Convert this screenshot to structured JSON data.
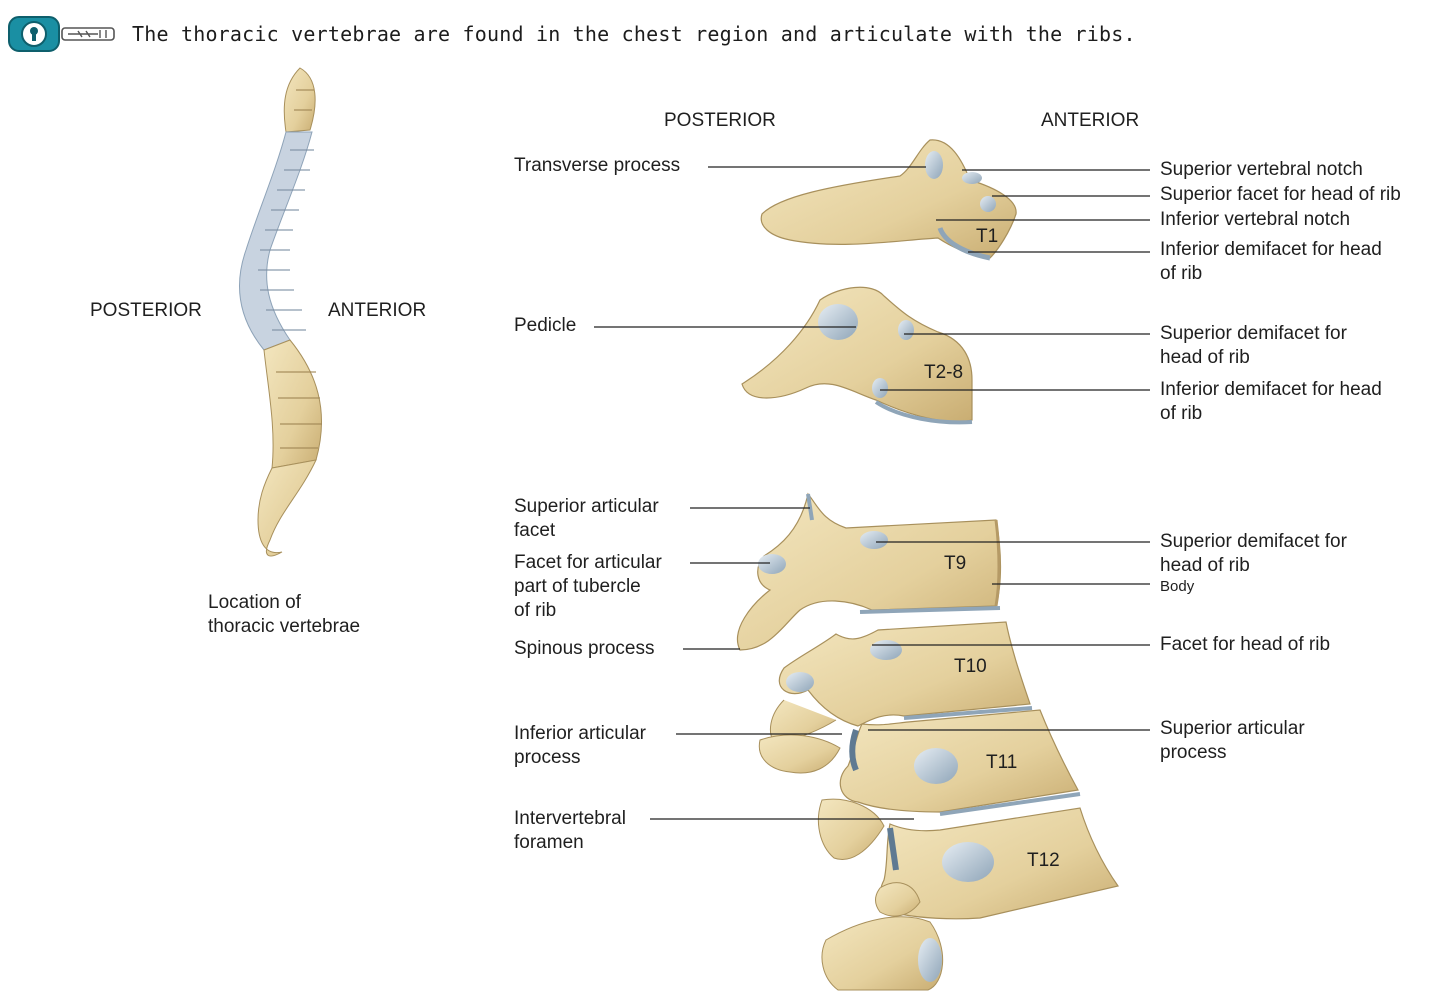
{
  "caption": "The thoracic vertebrae are found in the chest region and articulate with the ribs.",
  "icons": {
    "badge": "key-hole-badge-icon",
    "key": "key-icon",
    "accent": "#1a8fa3"
  },
  "colors": {
    "bone": "#e7d6a8",
    "bone_dark": "#c9b17c",
    "cartilage": "#c8d3dc",
    "cartilage_dark": "#8aa0b2",
    "line": "#222222"
  },
  "spine": {
    "posterior": "POSTERIOR",
    "anterior": "ANTERIOR",
    "caption_line1": "Location of",
    "caption_line2": "thoracic vertebrae"
  },
  "views": {
    "posterior": "POSTERIOR",
    "anterior": "ANTERIOR"
  },
  "vertebrae": {
    "t1": "T1",
    "t2_8": "T2-8",
    "t9": "T9",
    "t10": "T10",
    "t11": "T11",
    "t12": "T12"
  },
  "labels_left": {
    "transverse_process": "Transverse process",
    "pedicle": "Pedicle",
    "superior_articular_facet_1": "Superior articular",
    "superior_articular_facet_2": "facet",
    "facet_tubercle_1": "Facet for articular",
    "facet_tubercle_2": "part of tubercle",
    "facet_tubercle_3": "of rib",
    "spinous_process": "Spinous process",
    "inferior_articular_process_1": "Inferior articular",
    "inferior_articular_process_2": "process",
    "intervertebral_foramen_1": "Intervertebral",
    "intervertebral_foramen_2": "foramen"
  },
  "labels_right": {
    "superior_vertebral_notch": "Superior vertebral notch",
    "superior_facet_head_rib": "Superior facet for head of rib",
    "inferior_vertebral_notch": "Inferior vertebral notch",
    "inferior_demifacet_t1_1": "Inferior demifacet for head",
    "inferior_demifacet_t1_2": "of rib",
    "superior_demifacet_t28_1": "Superior demifacet for",
    "superior_demifacet_t28_2": "head of rib",
    "inferior_demifacet_t28_1": "Inferior demifacet for head",
    "inferior_demifacet_t28_2": "of rib",
    "superior_demifacet_t9_1": "Superior demifacet for",
    "superior_demifacet_t9_2": "head of rib",
    "body": "Body",
    "facet_head_rib": "Facet for head of rib",
    "superior_articular_process_1": "Superior articular",
    "superior_articular_process_2": "process"
  }
}
